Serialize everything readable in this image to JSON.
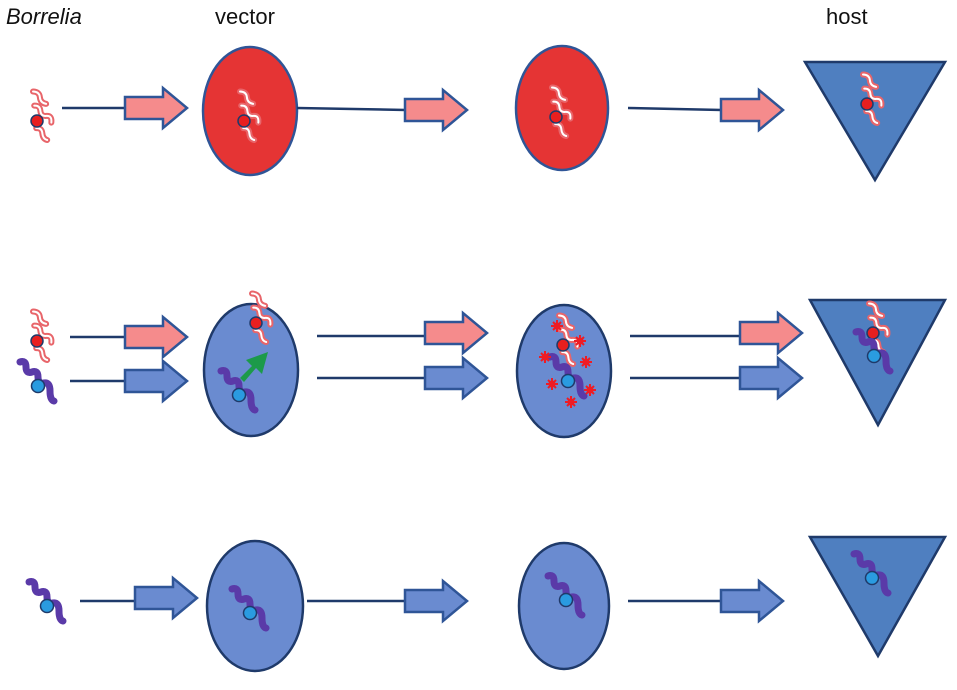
{
  "labels": {
    "borrelia": "Borrelia",
    "vector": "vector",
    "host": "host"
  },
  "colors": {
    "vector_red": "#e53434",
    "vector_blue": "#6a8bd0",
    "host_blue": "#4f7fc0",
    "outline": "#1f3a6a",
    "arrow_pink": "#f58b8c",
    "arrow_blue": "#6a8bd0",
    "spirochete_red": "#e8656a",
    "spirochete_red_core": "#ffffff",
    "spirochete_blue": "#5a3aa8",
    "nucleus_red": "#e81f1f",
    "nucleus_blue": "#2a9be0",
    "dots_red": "#ee1c24",
    "green_arrow": "#1c9a4a"
  },
  "icons": [
    "spirochete-red",
    "spirochete-blue",
    "block-arrow",
    "nucleus-dot",
    "green-arrow",
    "secretion-dots"
  ]
}
